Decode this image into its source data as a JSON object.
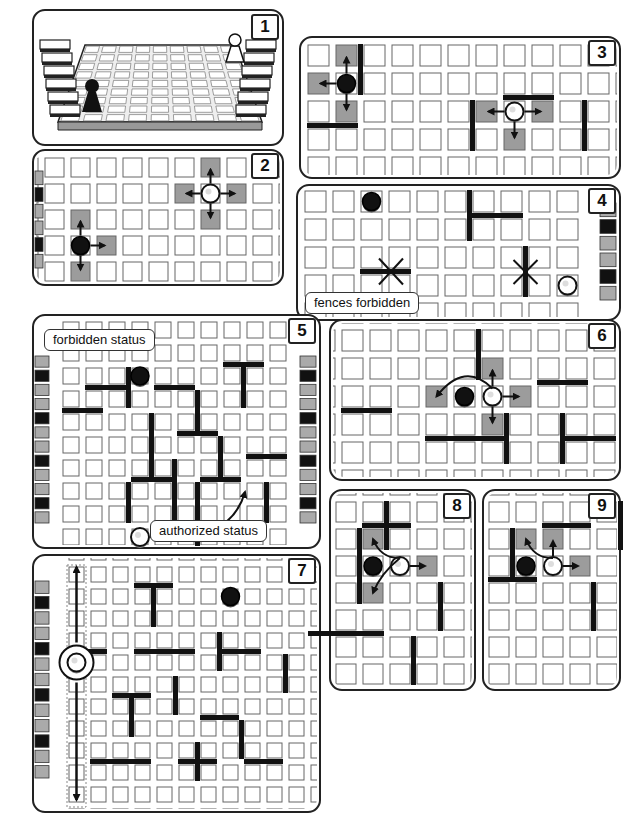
{
  "diagram": {
    "labels": [
      "1",
      "3",
      "2",
      "4",
      "fences forbidden",
      "5",
      "forbidden status",
      "authorized status",
      "6",
      "7",
      "8",
      "9"
    ]
  }
}
